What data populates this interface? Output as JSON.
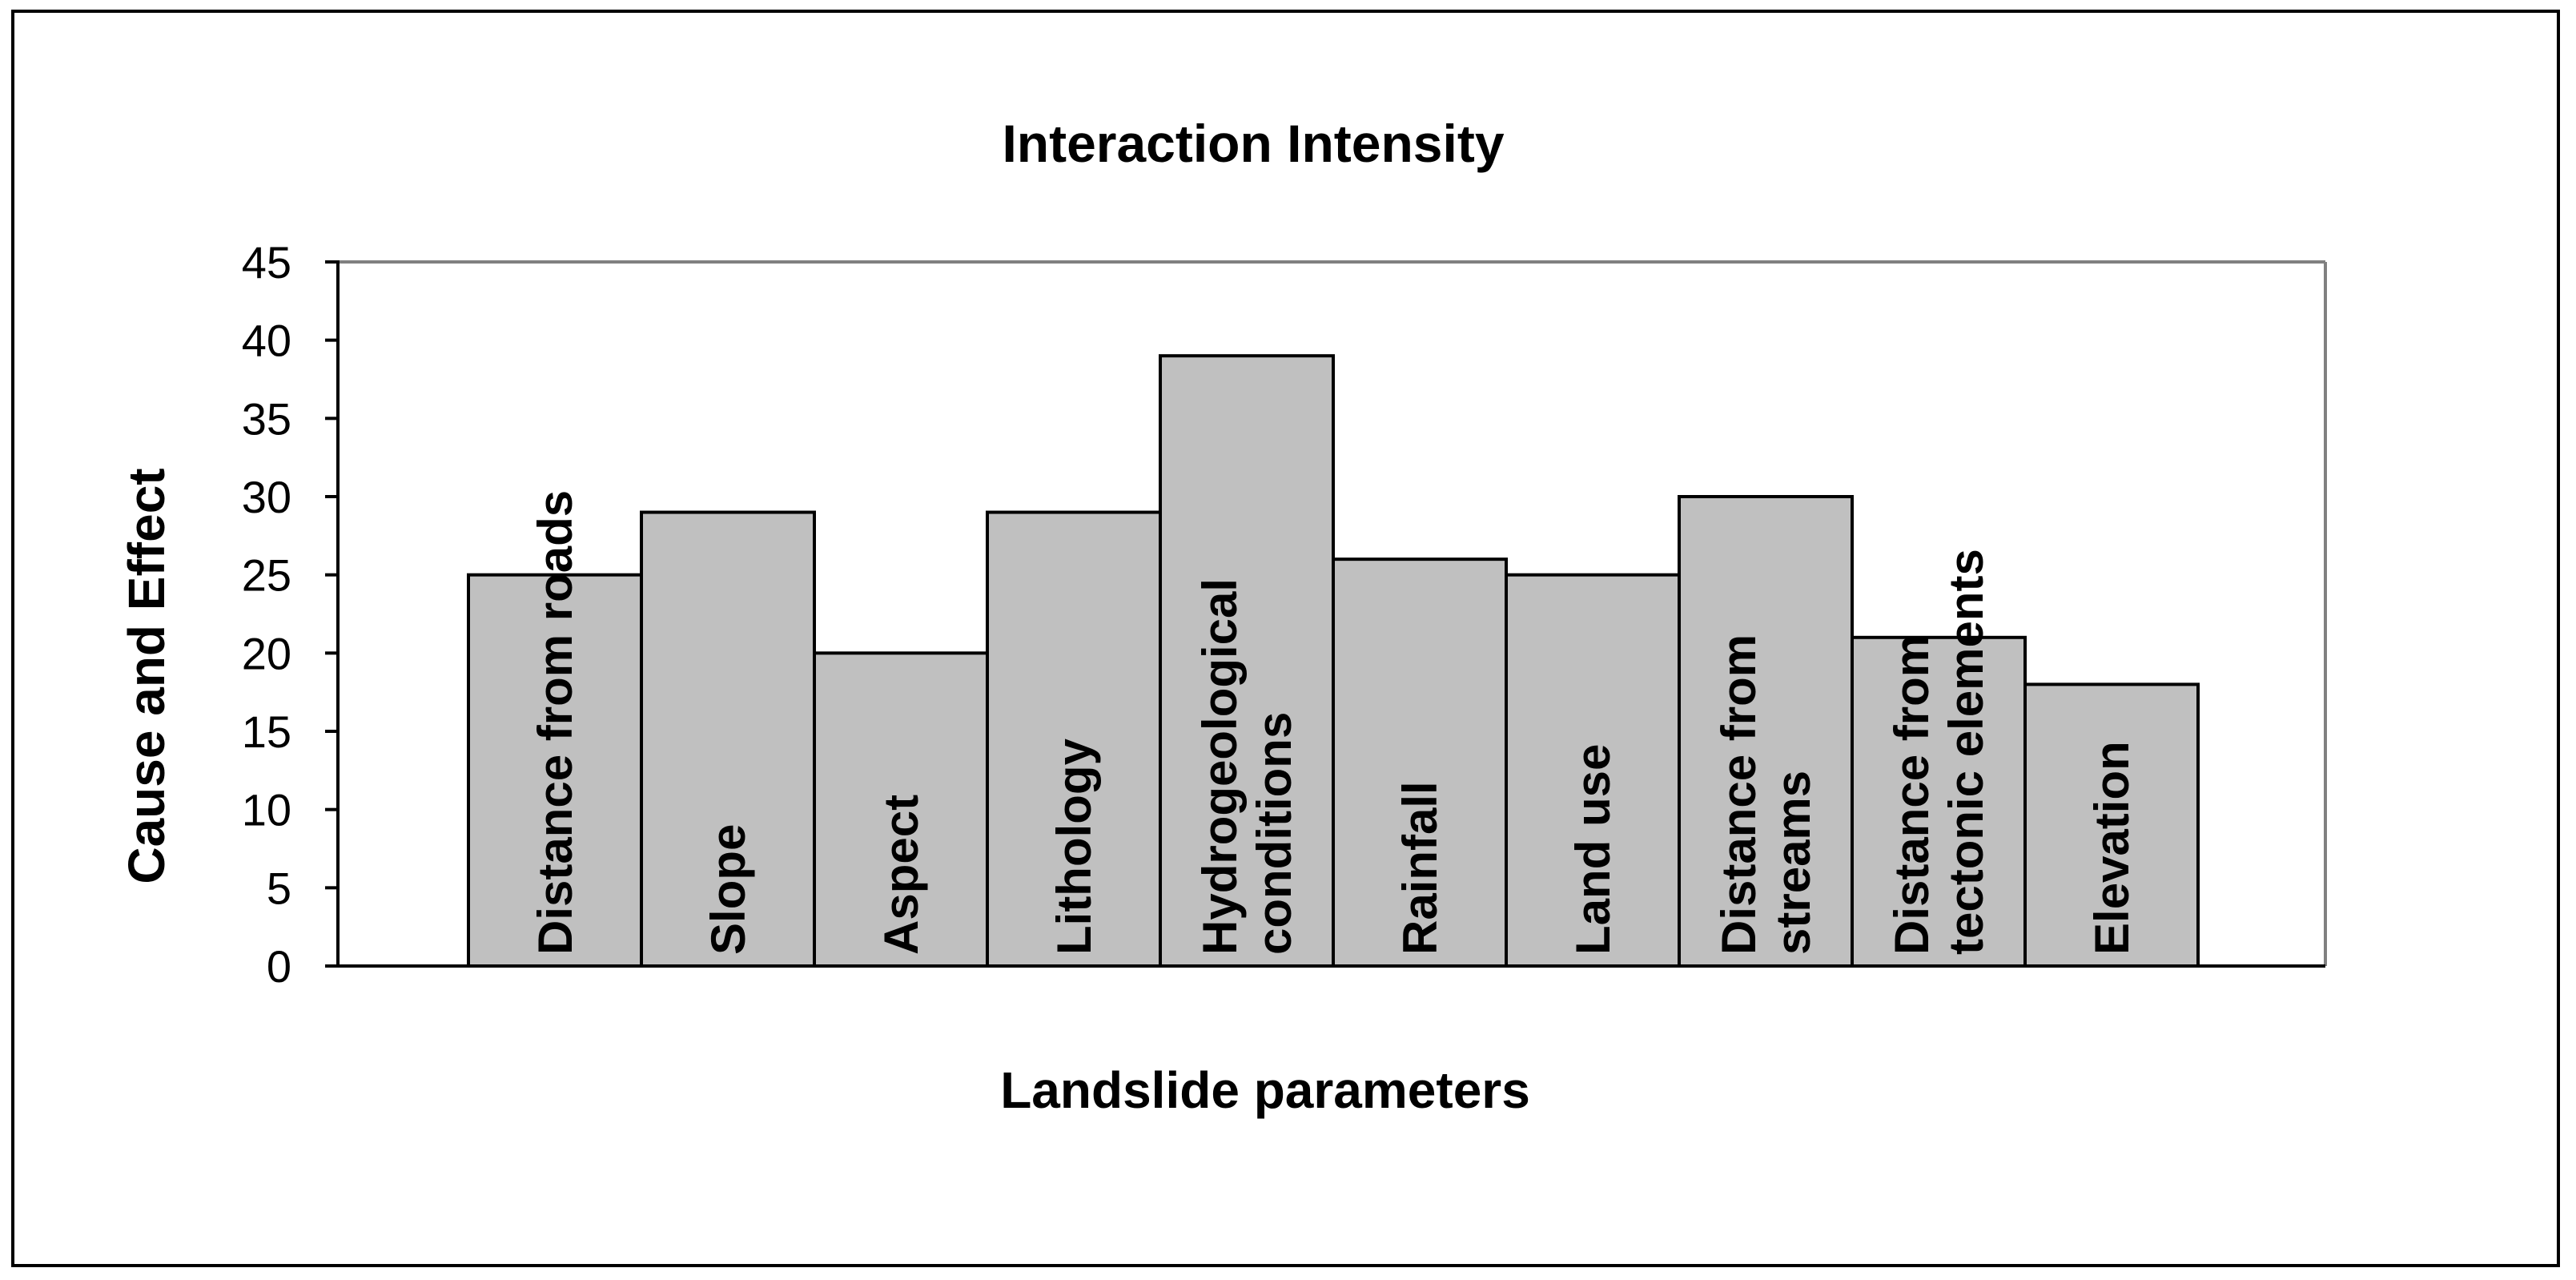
{
  "chart_data": {
    "type": "bar",
    "title": "Interaction Intensity",
    "xlabel": "Landslide parameters",
    "ylabel": "Cause and Effect",
    "ylim": [
      0,
      45
    ],
    "yticks": [
      0,
      5,
      10,
      15,
      20,
      25,
      30,
      35,
      40,
      45
    ],
    "grid": false,
    "legend": "none",
    "categories": [
      [
        "Distance from roads"
      ],
      [
        "Slope"
      ],
      [
        "Aspect"
      ],
      [
        "Lithology"
      ],
      [
        "Hydrogeological",
        "conditions"
      ],
      [
        "Rainfall"
      ],
      [
        "Land use"
      ],
      [
        "Distance from",
        "streams"
      ],
      [
        "Distance from",
        "tectonic elements"
      ],
      [
        "Elevation"
      ]
    ],
    "values": [
      25,
      29,
      20,
      29,
      39,
      26,
      25,
      30,
      21,
      18
    ],
    "bar_color": "#c0c0c0",
    "bar_edge_color": "#000000",
    "plot_border_color": "#808080"
  }
}
